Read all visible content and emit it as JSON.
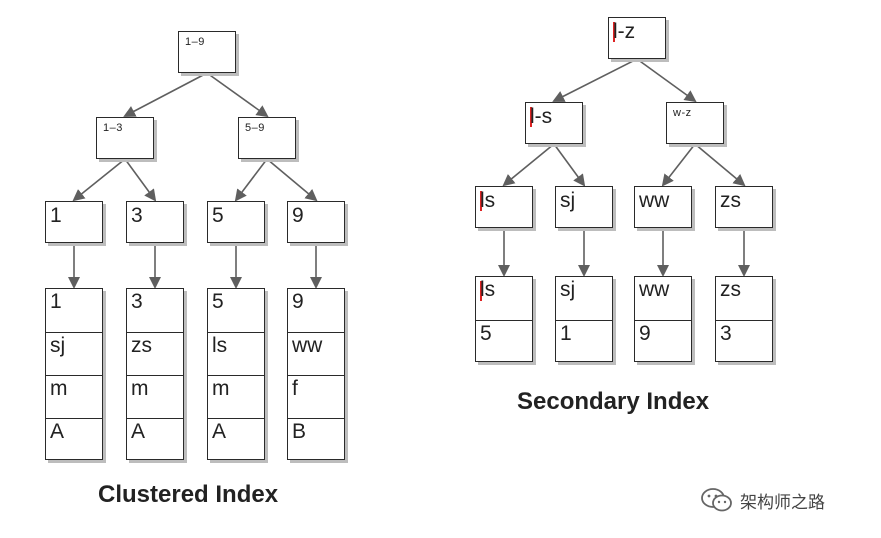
{
  "clustered": {
    "root": "1–9",
    "level1": [
      "1–3",
      "5–9"
    ],
    "leaves": [
      "1",
      "3",
      "5",
      "9"
    ],
    "records": [
      [
        "1",
        "sj",
        "m",
        "A"
      ],
      [
        "3",
        "zs",
        "m",
        "A"
      ],
      [
        "5",
        "ls",
        "m",
        "A"
      ],
      [
        "9",
        "ww",
        "f",
        "B"
      ]
    ],
    "caption": "Clustered Index"
  },
  "secondary": {
    "root": "l-z",
    "level1": [
      "l-s",
      "w-z"
    ],
    "leaves": [
      "ls",
      "sj",
      "ww",
      "zs"
    ],
    "records": [
      [
        "ls",
        "5"
      ],
      [
        "sj",
        "1"
      ],
      [
        "ww",
        "9"
      ],
      [
        "zs",
        "3"
      ]
    ],
    "caption": "Secondary Index"
  },
  "watermark": {
    "icon": "wechat-icon",
    "text": "架构师之路"
  },
  "colors": {
    "edge": "#5f5f5f",
    "border": "#2a2a2a",
    "shadow": "#bdbdbd",
    "accent_mark": "#d22222"
  }
}
